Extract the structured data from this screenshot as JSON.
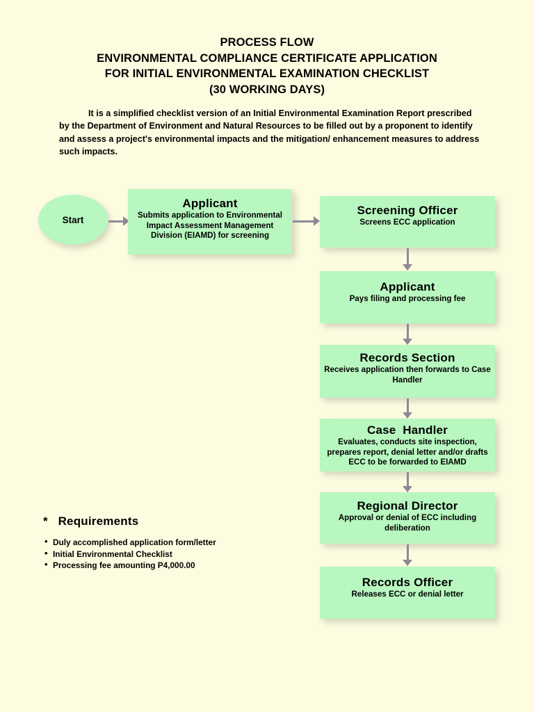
{
  "page": {
    "background_color": "#fdfce1",
    "node_color": "#b8f7c0",
    "arrow_color": "#8a8a95"
  },
  "title": {
    "line1": "PROCESS FLOW",
    "line2": "ENVIRONMENTAL COMPLIANCE CERTIFICATE APPLICATION",
    "line3": "FOR INITIAL ENVIRONMENTAL EXAMINATION CHECKLIST",
    "line4": "(30 WORKING DAYS)"
  },
  "intro": {
    "text": "It is a simplified checklist version of an Initial Environmental Examination Report prescribed by the Department of Environment and Natural Resources to be filled out by a proponent to identify and assess a project's environmental impacts and the mitigation/ enhancement measures to address such impacts."
  },
  "flow": {
    "start_label": "Start",
    "nodes": [
      {
        "id": "applicant-1",
        "title": "Applicant",
        "desc": "Submits application to Environmental Impact Assessment Management Division (EIAMD) for screening"
      },
      {
        "id": "screening-officer",
        "title": "Screening Officer",
        "desc": "Screens ECC application"
      },
      {
        "id": "applicant-2",
        "title": "Applicant",
        "desc": "Pays filing and processing fee"
      },
      {
        "id": "records-section",
        "title": "Records Section",
        "desc": "Receives application then forwards to Case Handler"
      },
      {
        "id": "case-handler",
        "title": "Case  Handler",
        "desc": "Evaluates, conducts site inspection, prepares report, denial letter and/or drafts ECC to be forwarded to EIAMD"
      },
      {
        "id": "regional-director",
        "title": "Regional Director",
        "desc": "Approval or denial of ECC including deliberation"
      },
      {
        "id": "records-officer",
        "title": "Records Officer",
        "desc": "Releases ECC or denial letter"
      }
    ]
  },
  "requirements": {
    "heading": "*   Requirements",
    "bullet_glyph": "•",
    "items": [
      "Duly accomplished application form/letter",
      "Initial Environmental Checklist",
      "Processing fee amounting P4,000.00"
    ]
  }
}
